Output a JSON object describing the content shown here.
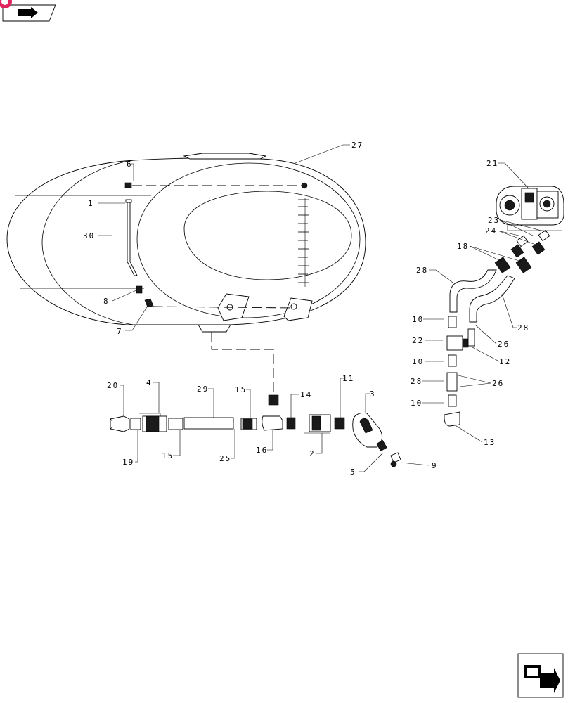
{
  "callouts": {
    "c1": "1",
    "c2": "2",
    "c3": "3",
    "c4": "4",
    "c5": "5",
    "c6": "6",
    "c7": "7",
    "c8": "8",
    "c9": "9",
    "c10a": "10",
    "c10b": "10",
    "c10c": "10",
    "c11": "11",
    "c12": "12",
    "c13": "13",
    "c14": "14",
    "c15a": "15",
    "c15b": "15",
    "c16": "16",
    "c18": "18",
    "c19": "19",
    "c20": "20",
    "c21": "21",
    "c22": "22",
    "c23": "23",
    "c24": "24",
    "c25": "25",
    "c26a": "26",
    "c26b": "26",
    "c27": "27",
    "c28a": "28",
    "c28b": "28",
    "c28c": "28",
    "c29": "29",
    "c30": "30"
  },
  "icons": {
    "top_nav": "previous-page-arrow-icon",
    "bottom_nav": "next-page-arrow-icon",
    "badge": "red-corner-badge-icon"
  },
  "colors": {
    "badge": "#e0245e",
    "line": "#000000",
    "background": "#ffffff"
  }
}
